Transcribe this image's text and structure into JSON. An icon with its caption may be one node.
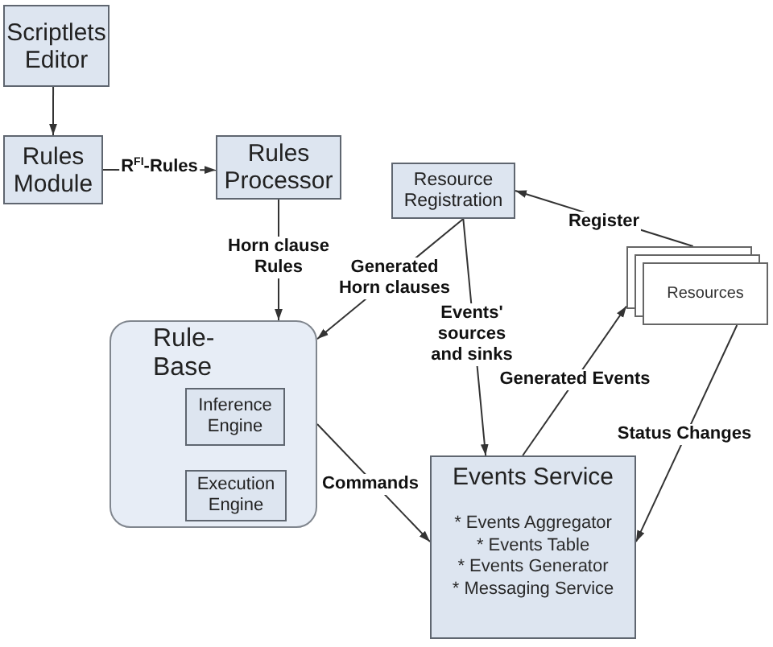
{
  "diagram": {
    "nodes": [
      {
        "text": [
          "Scriptlets Editor"
        ]
      },
      {
        "text": [
          "Rules Module"
        ]
      },
      {
        "text": [
          "Rules Processor"
        ]
      },
      {
        "text": [
          "Resource Registration"
        ]
      },
      {
        "text": [
          "Resources"
        ]
      },
      {
        "text": [
          "Rule- Base"
        ]
      },
      {
        "text": [
          "Inference Engine"
        ],
        "in": 5
      },
      {
        "text": [
          "Execution Engine"
        ],
        "in": 5
      },
      {
        "text": [
          "Events Service",
          "* Events Aggregator",
          "* Events Table",
          "* Events Generator",
          "* Messaging Service"
        ]
      }
    ],
    "edges": [
      {
        "from": 0,
        "to": 1,
        "arrow": "to"
      },
      {
        "from": 1,
        "to": 2,
        "arrow": "to",
        "label": "R$^{FI}$-Rules"
      },
      {
        "from": 2,
        "to": 5,
        "arrow": "to",
        "label": "Horn clause Rules"
      },
      {
        "from": 3,
        "to": 5,
        "arrow": "to",
        "label": "Generated Horn clauses"
      },
      {
        "from": 3,
        "to": 8,
        "arrow": "to",
        "label": "Events' sources and sinks"
      },
      {
        "from": 4,
        "to": 3,
        "arrow": "to",
        "label": "Register"
      },
      {
        "from": 8,
        "to": 4,
        "arrow": "to",
        "label": "Generated Events"
      },
      {
        "from": 4,
        "to": 8,
        "arrow": "to",
        "label": "Status Changes"
      },
      {
        "from": 5,
        "to": 8,
        "arrow": "to",
        "label": "Commands"
      }
    ]
  }
}
